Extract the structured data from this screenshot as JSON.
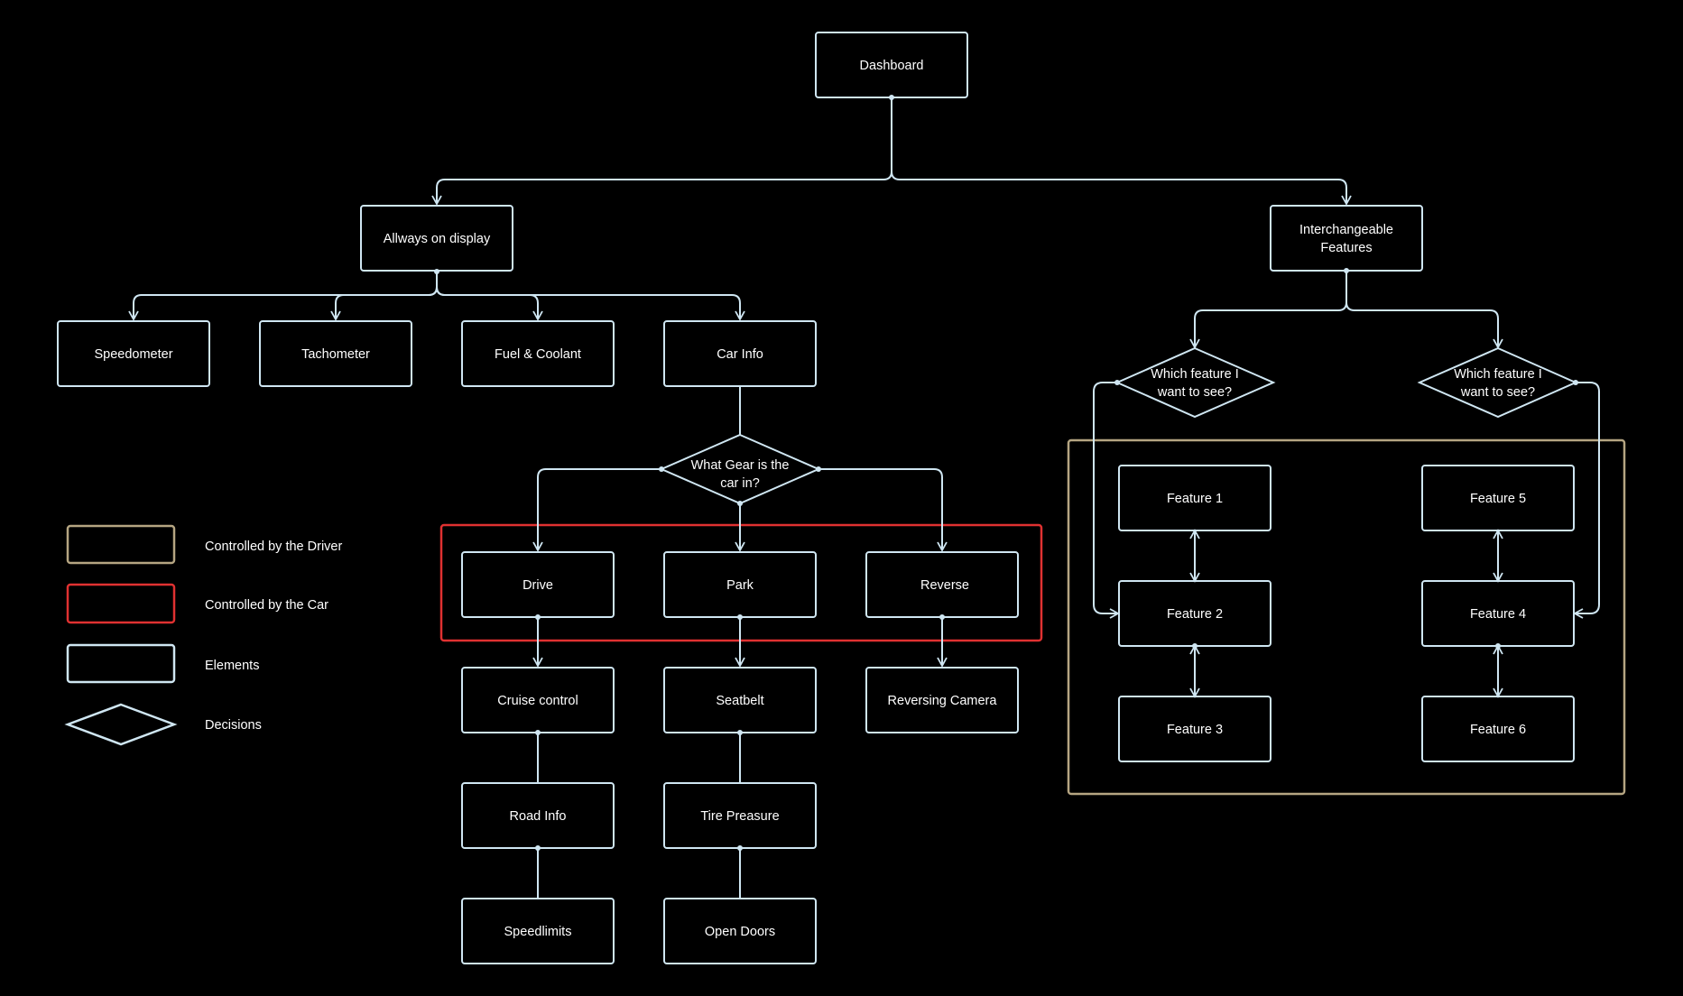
{
  "colors": {
    "background": "#000000",
    "element": "#cfe6f2",
    "driver_group": "#b5a582",
    "car_group": "#e03131",
    "text": "#ffffff"
  },
  "nodes": {
    "dashboard": "Dashboard",
    "always_on_display": "Allways on display",
    "interchangeable": [
      "Interchangeable",
      "Features"
    ],
    "speedometer": "Speedometer",
    "tachometer": "Tachometer",
    "fuel_coolant": "Fuel & Coolant",
    "car_info": "Car Info",
    "gear_decision": [
      "What Gear is the",
      "car in?"
    ],
    "drive": "Drive",
    "park": "Park",
    "reverse": "Reverse",
    "cruise_control": "Cruise control",
    "seatbelt": "Seatbelt",
    "reversing_camera": "Reversing Camera",
    "road_info": "Road Info",
    "tire_pressure": "Tire Preasure",
    "speedlimits": "Speedlimits",
    "open_doors": "Open Doors",
    "feature_decision_left": [
      "Which feature I",
      "want to see?"
    ],
    "feature_decision_right": [
      "Which feature I",
      "want to see?"
    ],
    "feature_1": "Feature 1",
    "feature_2": "Feature 2",
    "feature_3": "Feature 3",
    "feature_4": "Feature 4",
    "feature_5": "Feature 5",
    "feature_6": "Feature 6"
  },
  "legend": {
    "driver": "Controlled by the Driver",
    "car": "Controlled by the Car",
    "elements": "Elements",
    "decisions": "Decisions"
  }
}
